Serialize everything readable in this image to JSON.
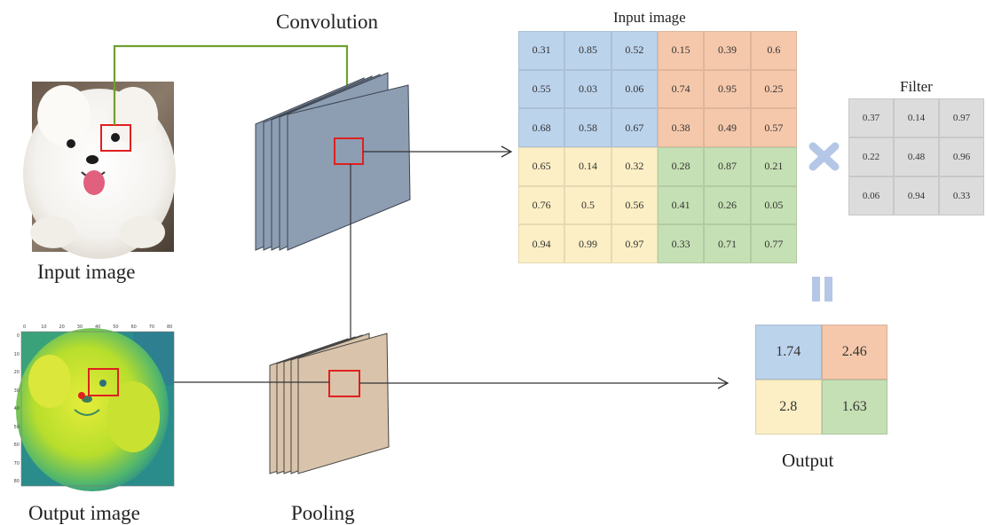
{
  "labels": {
    "convolution": "Convolution",
    "input_image_caption": "Input image",
    "output_image_caption": "Output image",
    "pooling": "Pooling",
    "matrix_title": "Input image",
    "filter_title": "Filter",
    "output_title": "Output"
  },
  "input_matrix": [
    [
      "0.31",
      "0.85",
      "0.52",
      "0.15",
      "0.39",
      "0.6"
    ],
    [
      "0.55",
      "0.03",
      "0.06",
      "0.74",
      "0.95",
      "0.25"
    ],
    [
      "0.68",
      "0.58",
      "0.67",
      "0.38",
      "0.49",
      "0.57"
    ],
    [
      "0.65",
      "0.14",
      "0.32",
      "0.28",
      "0.87",
      "0.21"
    ],
    [
      "0.76",
      "0.5",
      "0.56",
      "0.41",
      "0.26",
      "0.05"
    ],
    [
      "0.94",
      "0.99",
      "0.97",
      "0.33",
      "0.71",
      "0.77"
    ]
  ],
  "filter_matrix": [
    [
      "0.37",
      "0.14",
      "0.97"
    ],
    [
      "0.22",
      "0.48",
      "0.96"
    ],
    [
      "0.06",
      "0.94",
      "0.33"
    ]
  ],
  "output_matrix": [
    [
      "1.74",
      "2.46"
    ],
    [
      "2.8",
      "1.63"
    ]
  ],
  "axis_ticks": {
    "x": [
      "0",
      "10",
      "20",
      "30",
      "40",
      "50",
      "60",
      "70",
      "80"
    ],
    "y": [
      "0",
      "10",
      "20",
      "30",
      "40",
      "50",
      "60",
      "70",
      "80"
    ]
  },
  "colors": {
    "blue": "#bcd3ec",
    "orange": "#f6c8ab",
    "yellow": "#fdefc5",
    "green": "#c5e0b4",
    "filter_gray": "#dcdcdc",
    "highlight_red": "#e02020",
    "arrow_green": "#70a030",
    "conv_layer": "#8d9db2",
    "pool_layer": "#d9c3aa",
    "operator_blue": "#b4c7e7"
  },
  "icons": {
    "multiply": "multiply-icon",
    "equals": "equals-icon"
  }
}
